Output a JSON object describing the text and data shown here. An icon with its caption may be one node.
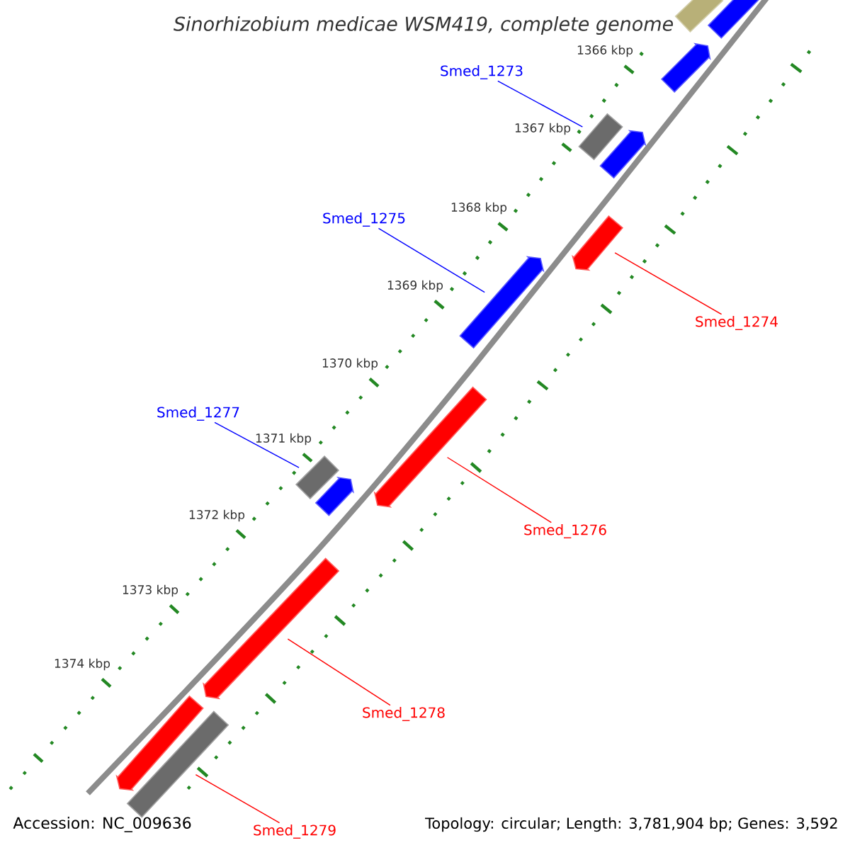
{
  "diagram": {
    "title": "Sinorhizobium medicae WSM419, complete genome",
    "nodes": [
      {
        "text": [
          "Smed_1273"
        ]
      },
      {
        "text": [
          "Smed_1275"
        ]
      },
      {
        "text": [
          "Smed_1274"
        ]
      },
      {
        "text": [
          "Smed_1277"
        ]
      },
      {
        "text": [
          "Smed_1276"
        ]
      },
      {
        "text": [
          "Smed_1278"
        ]
      },
      {
        "text": [
          "Smed_1279"
        ]
      },
      {
        "text": [],
        "shape": "arrow"
      },
      {
        "text": [],
        "shape": "box"
      },
      {
        "text": [],
        "shape": "arrow"
      },
      {
        "text": [],
        "shape": "box"
      },
      {
        "text": [],
        "shape": "arrow"
      },
      {
        "text": [],
        "shape": "arrow"
      },
      {
        "text": [],
        "shape": "arrow"
      },
      {
        "text": [],
        "shape": "arrow"
      },
      {
        "text": [],
        "shape": "box"
      },
      {
        "text": [],
        "shape": "arrow"
      },
      {
        "text": [],
        "shape": "arrow"
      },
      {
        "text": [],
        "shape": "arrow"
      },
      {
        "text": [],
        "shape": "box"
      }
    ],
    "edges": [
      {
        "from": 0,
        "to": 10,
        "arrow": "none",
        "color": "#0000ff"
      },
      {
        "from": 1,
        "to": 13,
        "arrow": "none",
        "color": "#0000ff"
      },
      {
        "from": 2,
        "to": 12,
        "arrow": "none"
      },
      {
        "from": 3,
        "to": 15,
        "arrow": "none",
        "color": "#0000ff"
      },
      {
        "from": 4,
        "to": 14,
        "arrow": "none"
      },
      {
        "from": 5,
        "to": 17,
        "arrow": "none"
      },
      {
        "from": 6,
        "to": 19,
        "arrow": "none"
      }
    ],
    "labels": [
      "1366 kbp",
      "1367 kbp",
      "1368 kbp",
      "1369 kbp",
      "1370 kbp",
      "1371 kbp",
      "1372 kbp",
      "1373 kbp",
      "1374 kbp",
      "Accession: NC_009636",
      "Topology: circular; Length: 3,781,904 bp; Genes: 3,592"
    ]
  }
}
